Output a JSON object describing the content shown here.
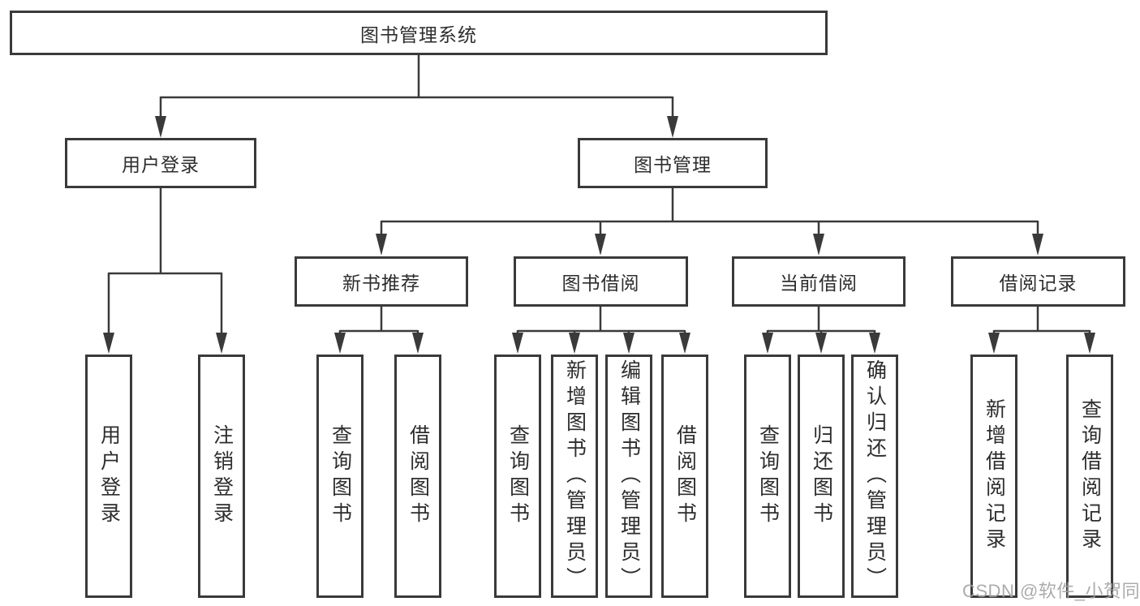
{
  "diagram_title": "图书管理系统",
  "tree": {
    "label": "图书管理系统",
    "children": [
      {
        "label": "用户登录",
        "children": [
          {
            "label": "用户登录"
          },
          {
            "label": "注销登录"
          }
        ]
      },
      {
        "label": "图书管理",
        "children": [
          {
            "label": "新书推荐",
            "children": [
              {
                "label": "查询图书"
              },
              {
                "label": "借阅图书"
              }
            ]
          },
          {
            "label": "图书借阅",
            "children": [
              {
                "label": "查询图书"
              },
              {
                "label": "新增图书（管理员）"
              },
              {
                "label": "编辑图书（管理员）"
              },
              {
                "label": "借阅图书"
              }
            ]
          },
          {
            "label": "当前借阅",
            "children": [
              {
                "label": "查询图书"
              },
              {
                "label": "归还图书"
              },
              {
                "label": "确认归还（管理员）"
              }
            ]
          },
          {
            "label": "借阅记录",
            "children": [
              {
                "label": "新增借阅记录"
              },
              {
                "label": "查询借阅记录"
              }
            ]
          }
        ]
      }
    ]
  },
  "watermark": {
    "text": "CSDN @软件_小贺同学"
  },
  "colors": {
    "line": "#3a3a3a",
    "text": "#2d2d2d",
    "watermark": "#a3a3a3",
    "background": "#ffffff"
  }
}
